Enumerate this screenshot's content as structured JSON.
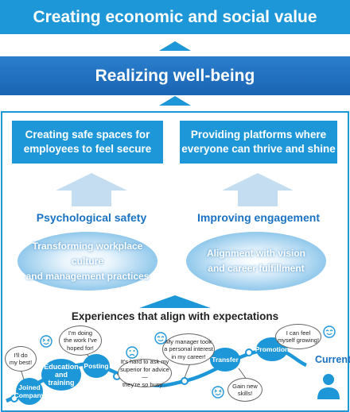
{
  "top_band": {
    "title": "Creating economic and social value"
  },
  "mid_band": {
    "title": "Realizing well-being"
  },
  "left_box": {
    "line1": "Creating safe spaces for",
    "line2": "employees to feel secure"
  },
  "right_box": {
    "line1": "Providing platforms where",
    "line2": "everyone can thrive and shine"
  },
  "left_heading": "Psychological safety",
  "right_heading": "Improving engagement",
  "left_ellipse": {
    "line1": "Transforming workplace culture",
    "line2": "and management practices"
  },
  "right_ellipse": {
    "line1": "Alignment with vision",
    "line2": "and career fulfillment"
  },
  "experiences_title": "Experiences that align with expectations",
  "milestones": {
    "joined": {
      "line1": "Joined",
      "line2": "Company"
    },
    "education": {
      "line1": "Education",
      "line2": "and training"
    },
    "posting": "Posting",
    "transfer": "Transfer",
    "promotion": "Promotion",
    "current": "Current"
  },
  "bubbles": {
    "ill_do": {
      "line1": "I'll do",
      "line2": "my best!"
    },
    "doing_work": {
      "line1": "I'm doing",
      "line2": "the work I've",
      "line3": "hoped for!"
    },
    "hard_to_ask": {
      "line1": "It's hard to ask my",
      "line2": "superior for advice—",
      "line3": "they're so busy..."
    },
    "manager_interest": {
      "line1": "My manager took",
      "line2": "a personal interest",
      "line3": "in my career!"
    },
    "gain_skills": {
      "line1": "Gain new",
      "line2": "skills!"
    },
    "feel_growing": {
      "line1": "I can feel",
      "line2": "myself growing!"
    }
  },
  "colors": {
    "primary": "#1e97d8",
    "dark": "#1a64b4",
    "arrow": "#c5ddf1",
    "text_blue": "#1a72c2"
  }
}
